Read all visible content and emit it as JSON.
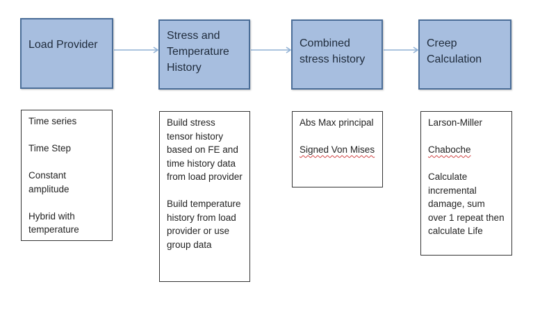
{
  "steps": [
    {
      "title": "Load Provider",
      "notes": [
        "Time series",
        "Time Step",
        "Constant amplitude",
        "Hybrid with temperature"
      ]
    },
    {
      "title": "Stress and Temperature History",
      "notes": [
        "Build stress tensor history based on FE and time history data from load provider",
        "Build temperature history from load provider or use group data"
      ]
    },
    {
      "title": "Combined stress history",
      "notes": [
        "Abs Max principal",
        "Signed Von Mises"
      ]
    },
    {
      "title": "Creep Calculation",
      "notes": [
        "Larson-Miller",
        "Chaboche",
        "Calculate incremental damage, sum over 1 repeat then calculate Life"
      ]
    }
  ],
  "colors": {
    "box_fill": "#a7bedf",
    "box_border": "#4a6d97",
    "arrow": "#8fb0d4"
  }
}
